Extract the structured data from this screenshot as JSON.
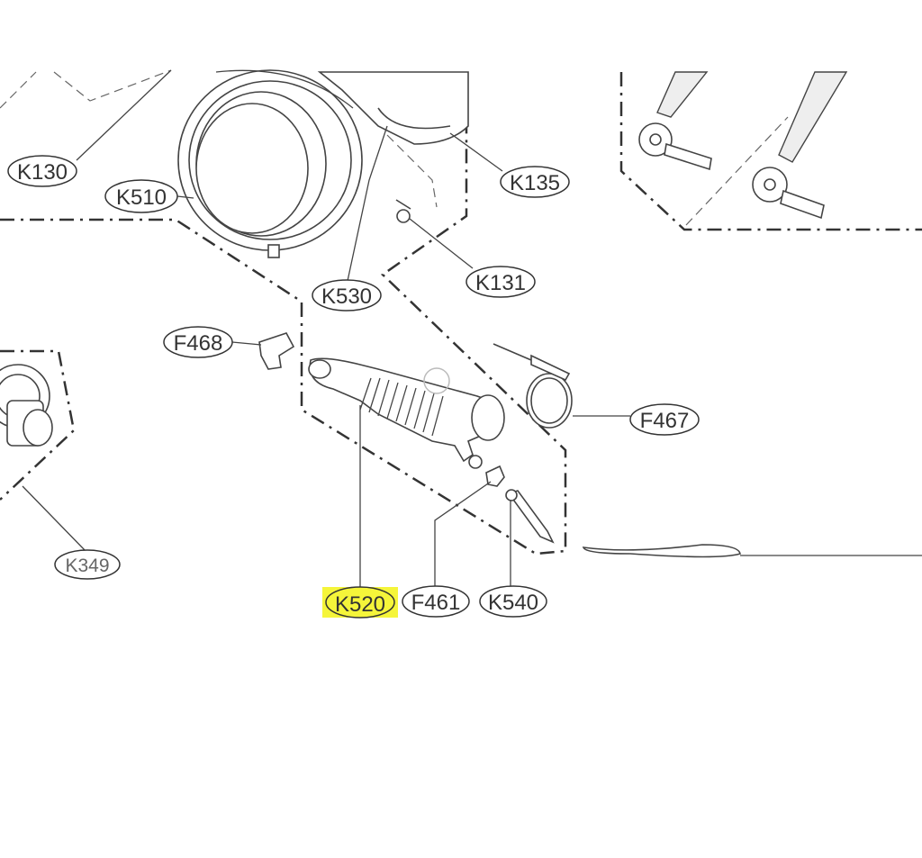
{
  "diagram": {
    "highlight_color": "#f5f53a",
    "labels": {
      "k130": "K130",
      "k510": "K510",
      "k135": "K135",
      "k131": "K131",
      "k530": "K530",
      "f468": "F468",
      "f467": "F467",
      "k349": "K349",
      "k520": "K520",
      "f461": "F461",
      "k540": "K540"
    },
    "highlighted_part": "K520"
  }
}
